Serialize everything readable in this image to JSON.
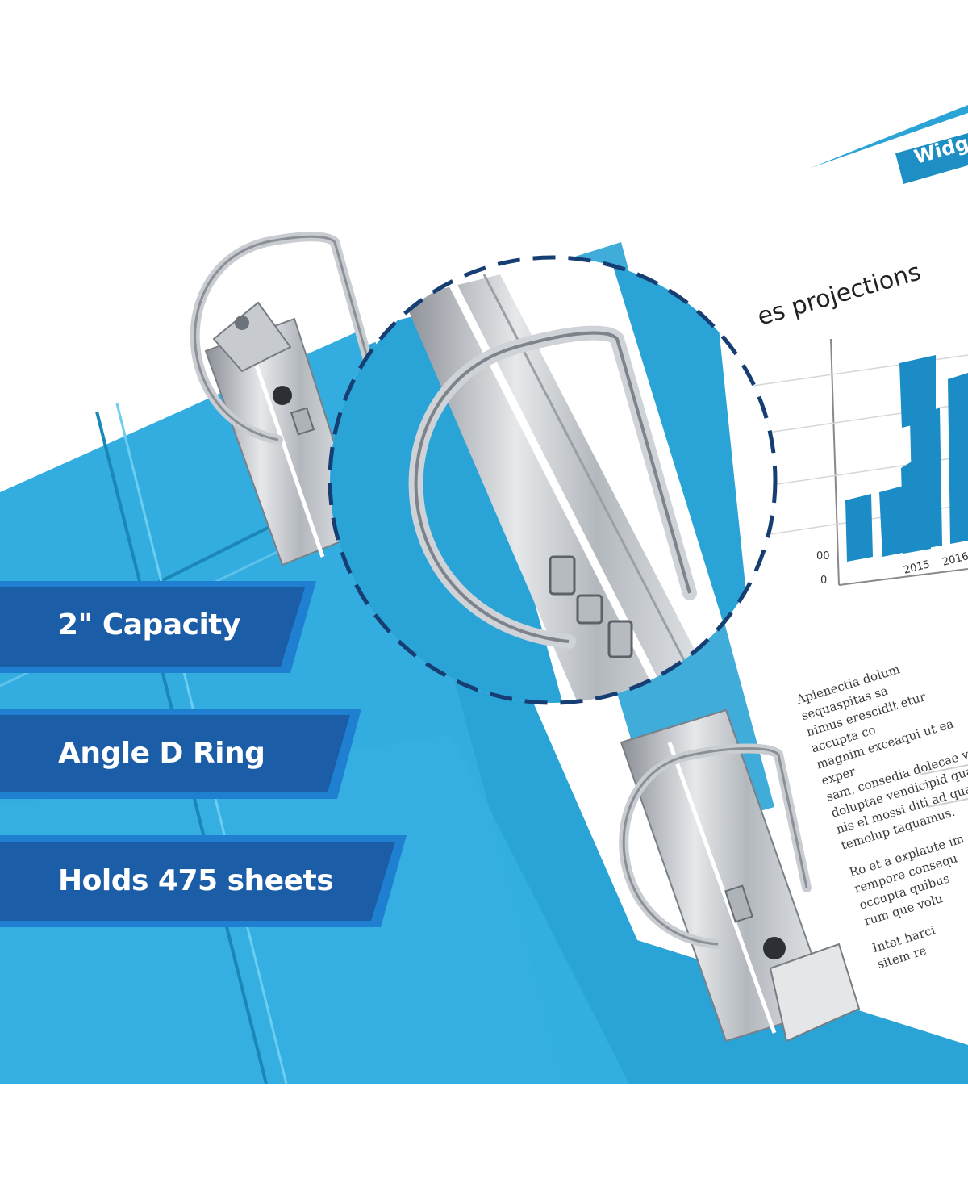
{
  "features": [
    {
      "label": "2\" Capacity"
    },
    {
      "label": "Angle D Ring"
    },
    {
      "label": "Holds 475 sheets"
    }
  ],
  "page_heading": "Widge",
  "chart_title": "es projections",
  "chart_axis": {
    "zero": "0",
    "partial": "00",
    "years": [
      "2015",
      "2016"
    ]
  },
  "paragraphs": [
    [
      "Apienectia dolum sequaspitas sa",
      "nimus erescidit etur accupta co",
      "magnim exceaqui ut ea exper",
      "sam, consedia dolecae veni",
      "doluptae vendicipid quam",
      "nis el mossi diti ad qua",
      "temolup taquamus."
    ],
    [
      "Ro et a explaute im",
      "rempore consequ",
      "occupta quibus",
      "rum que volu"
    ],
    [
      "Intet harci",
      "sitem re"
    ]
  ],
  "colors": {
    "binder": "#2aa3d6",
    "binder_dark": "#1b86b8",
    "badge": "#1c5da8",
    "badge_edge": "#1f7fd0",
    "dash": "#163e72",
    "paper": "#ffffff"
  }
}
